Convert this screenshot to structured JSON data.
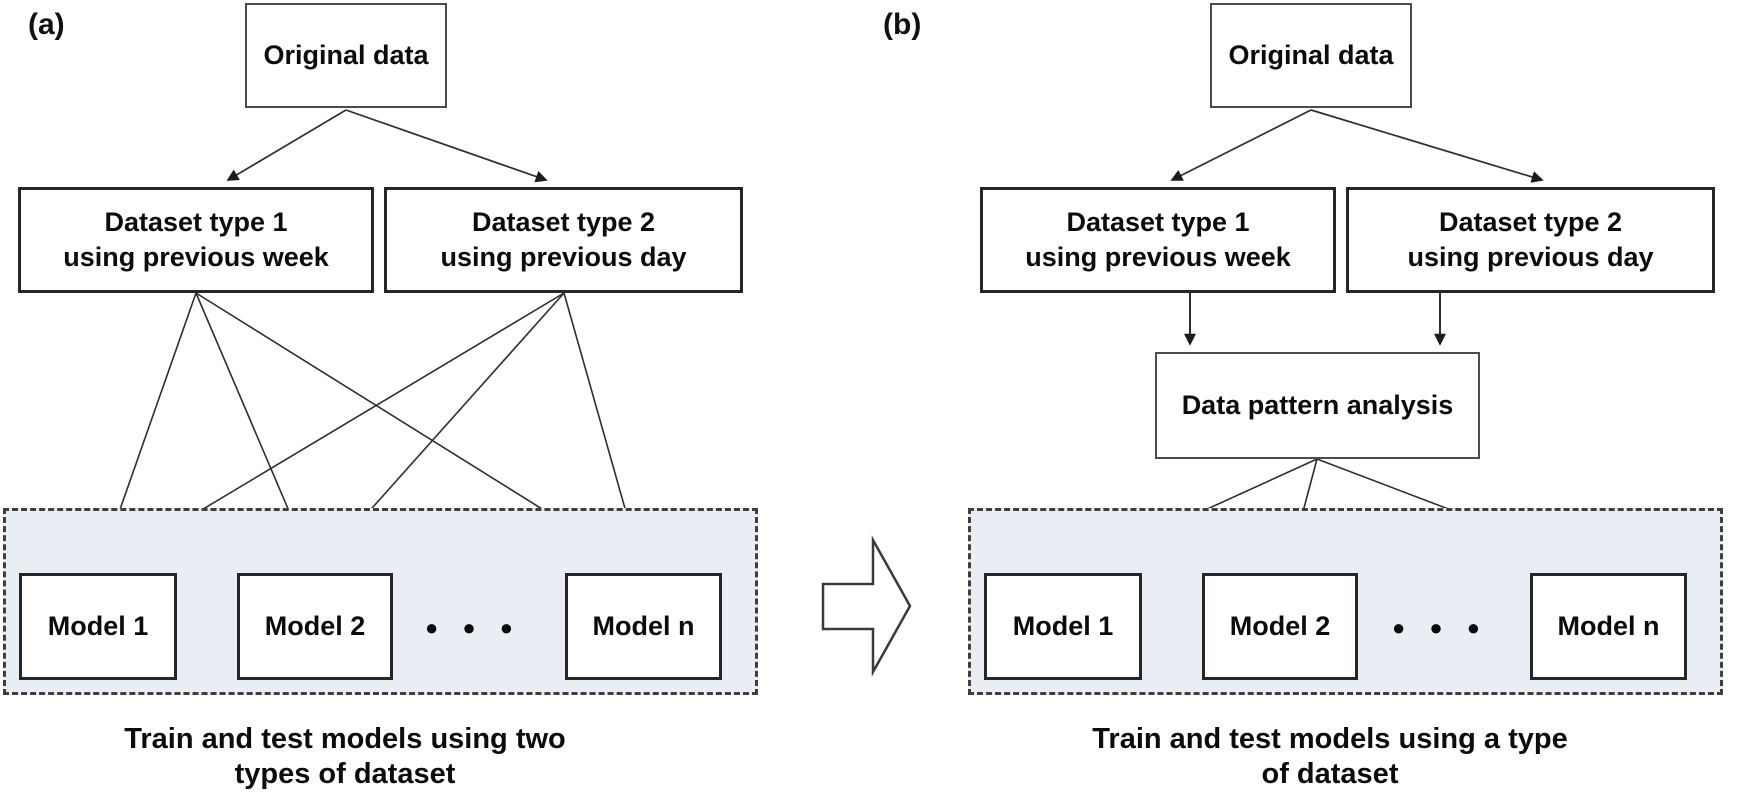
{
  "figure_type": "two-panel flow diagram comparing model training pipelines",
  "colors": {
    "background": "#ffffff",
    "box_border_dark": "#262626",
    "box_border_gray": "#4b4b4b",
    "connector_line": "#2e2e2e",
    "tray_fill": "#e9eef4",
    "tray_dashed_border": "#3f3f3f",
    "text": "#0c0c0c"
  },
  "panel_a": {
    "label": "(a)",
    "original_box": "Original data",
    "dataset1": {
      "line1": "Dataset type 1",
      "line2": "using previous week"
    },
    "dataset2": {
      "line1": "Dataset type 2",
      "line2": "using previous day"
    },
    "models": [
      "Model 1",
      "Model 2",
      "Model n"
    ],
    "ellipsis": "● ● ●",
    "caption": {
      "line1": "Train and test models",
      "line2": "using two types of dataset"
    }
  },
  "transition_arrow": {
    "meaning": "transforms-into arrow between panel a and panel b"
  },
  "panel_b": {
    "label": "(b)",
    "original_box": "Original data",
    "dataset1": {
      "line1": "Dataset type 1",
      "line2": "using previous week"
    },
    "dataset2": {
      "line1": "Dataset type 2",
      "line2": "using previous day"
    },
    "analysis_box": "Data pattern analysis",
    "models": [
      "Model 1",
      "Model 2",
      "Model n"
    ],
    "ellipsis": "● ● ●",
    "caption": {
      "line1": "Train and test models",
      "line2": "using a type of dataset"
    }
  }
}
